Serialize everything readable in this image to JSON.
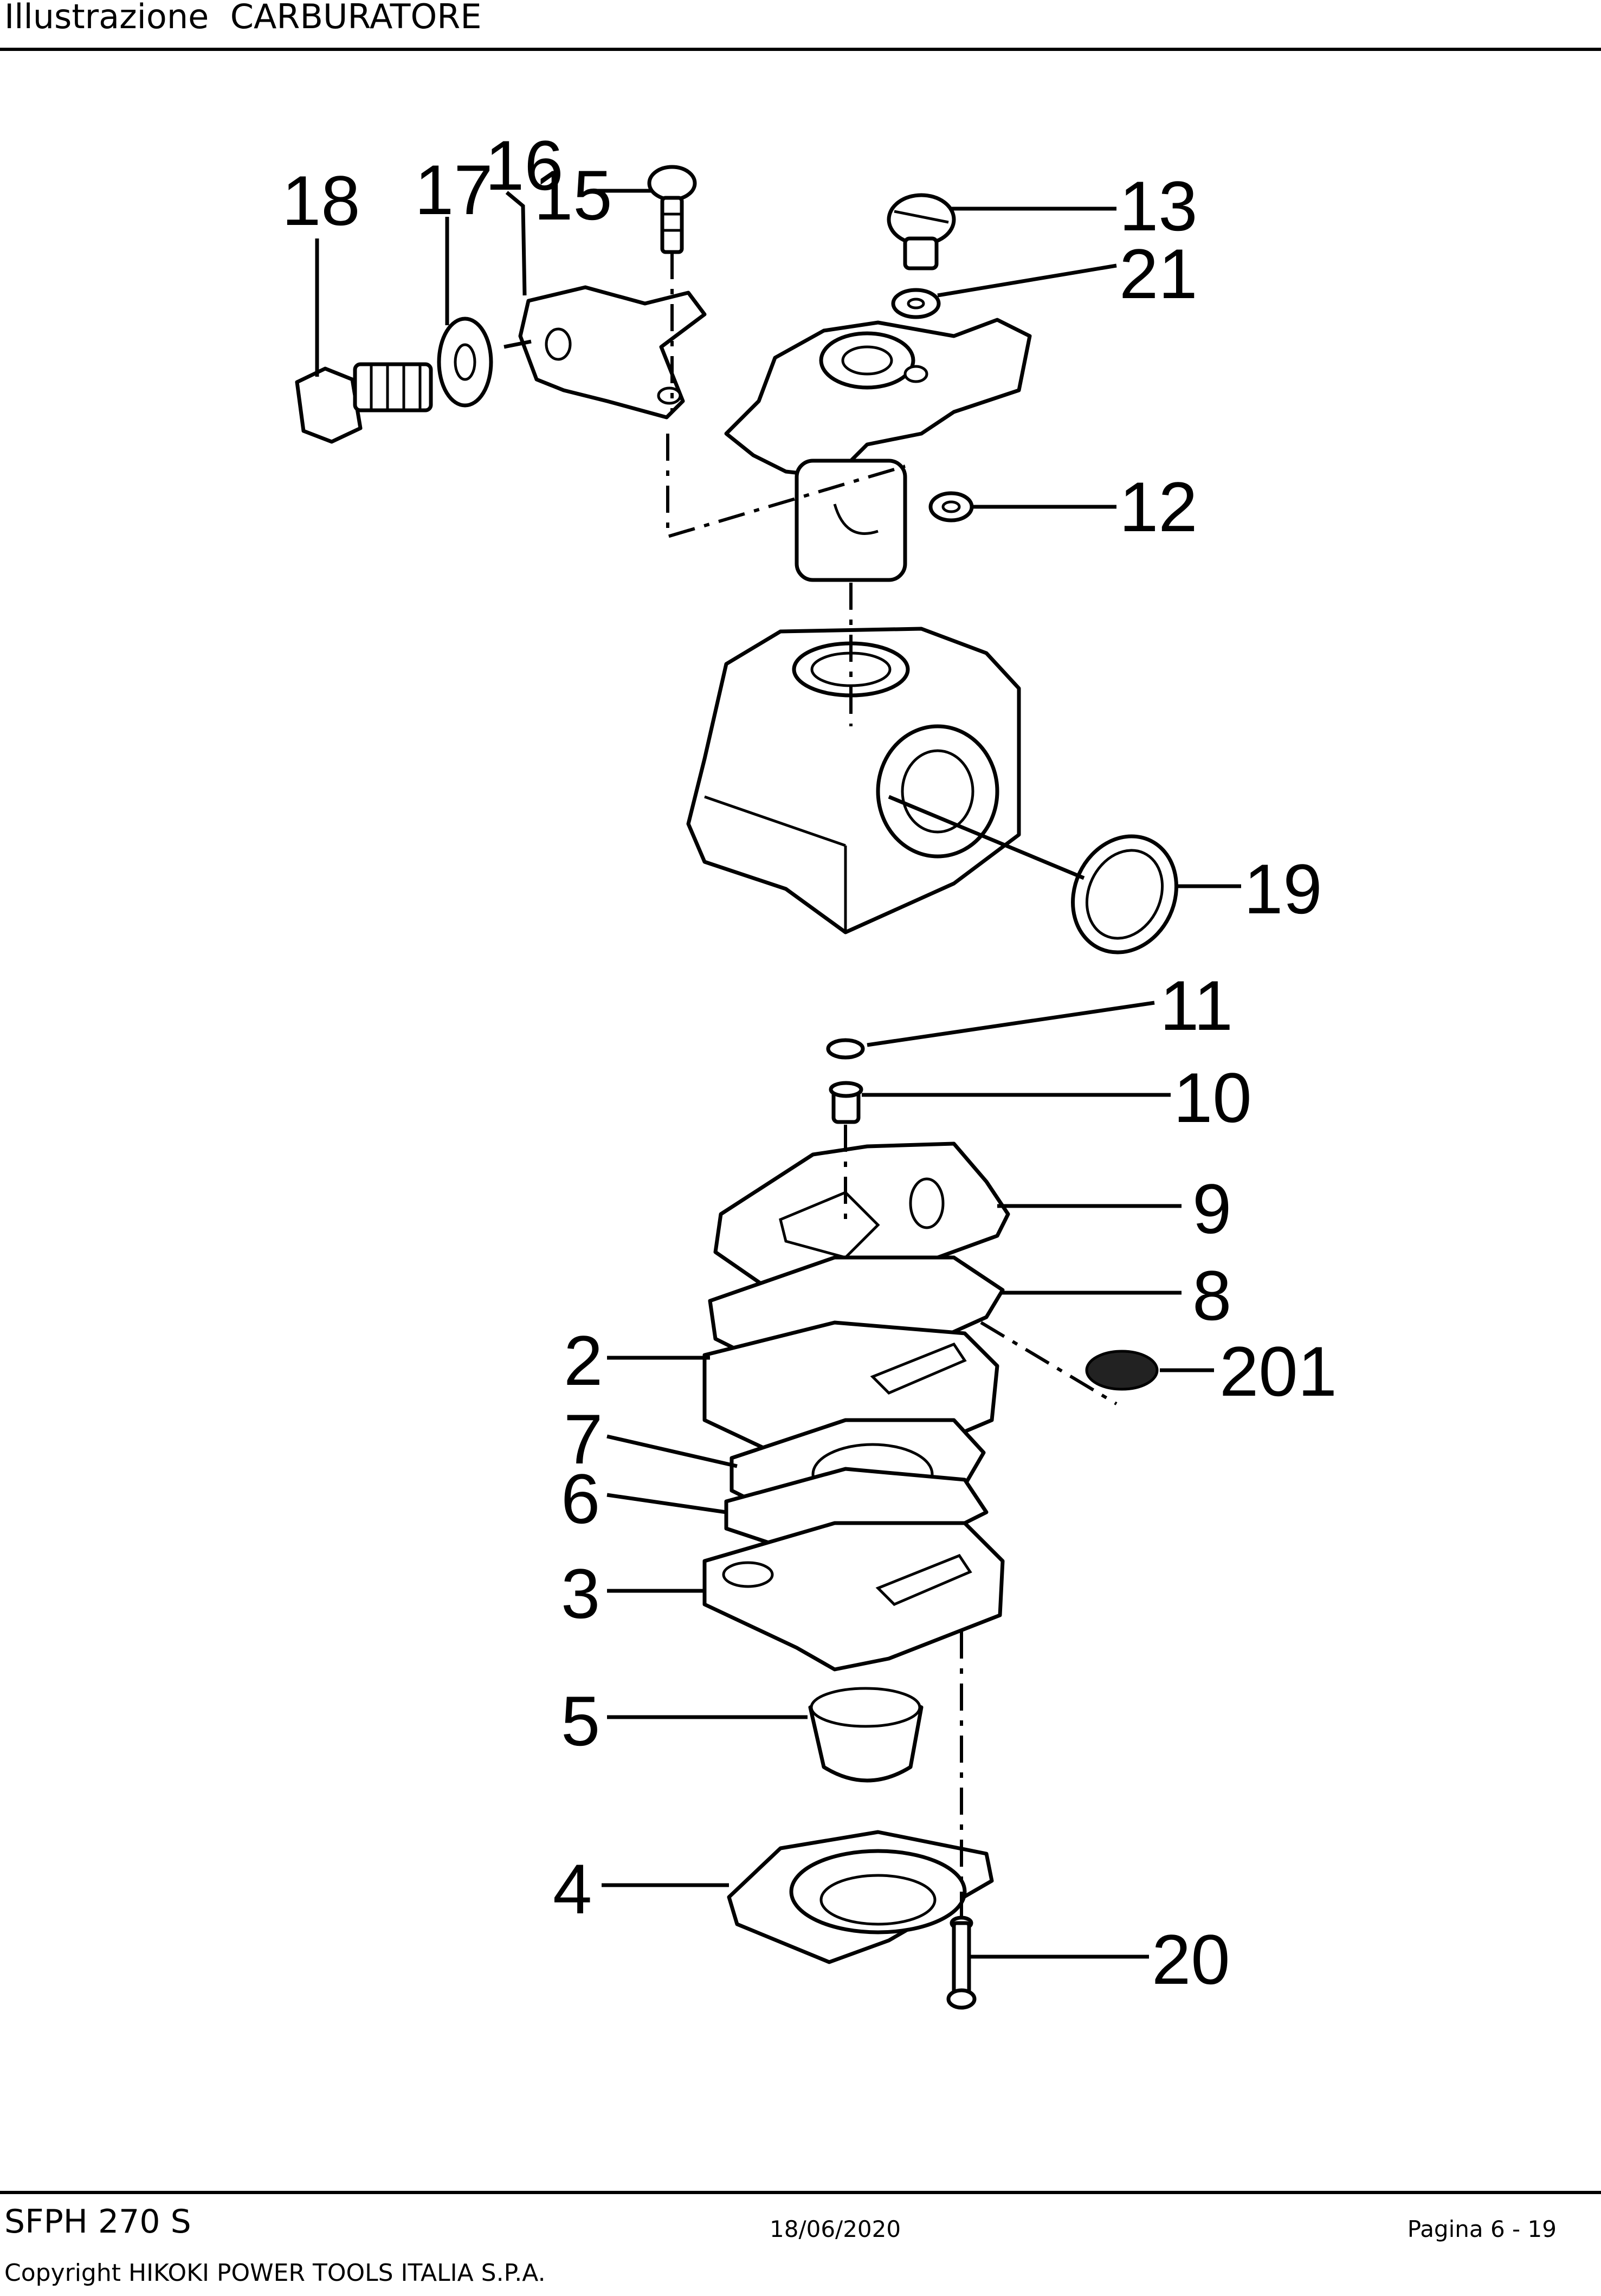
{
  "header": {
    "label": "Illustrazione",
    "section": "CARBURATORE"
  },
  "callouts": {
    "p18": "18",
    "p17": "17",
    "p16": "16",
    "p15": "15",
    "p13": "13",
    "p21": "21",
    "p12": "12",
    "p19": "19",
    "p11": "11",
    "p10": "10",
    "p9": "9",
    "p8": "8",
    "p201": "201",
    "p2": "2",
    "p7": "7",
    "p6": "6",
    "p3": "3",
    "p5": "5",
    "p4": "4",
    "p20": "20"
  },
  "footer": {
    "model": "SFPH 270 S",
    "date": "18/06/2020",
    "page": "Pagina 6 - 19",
    "copyright": "Copyright HIKOKI POWER TOOLS ITALIA S.P.A."
  }
}
